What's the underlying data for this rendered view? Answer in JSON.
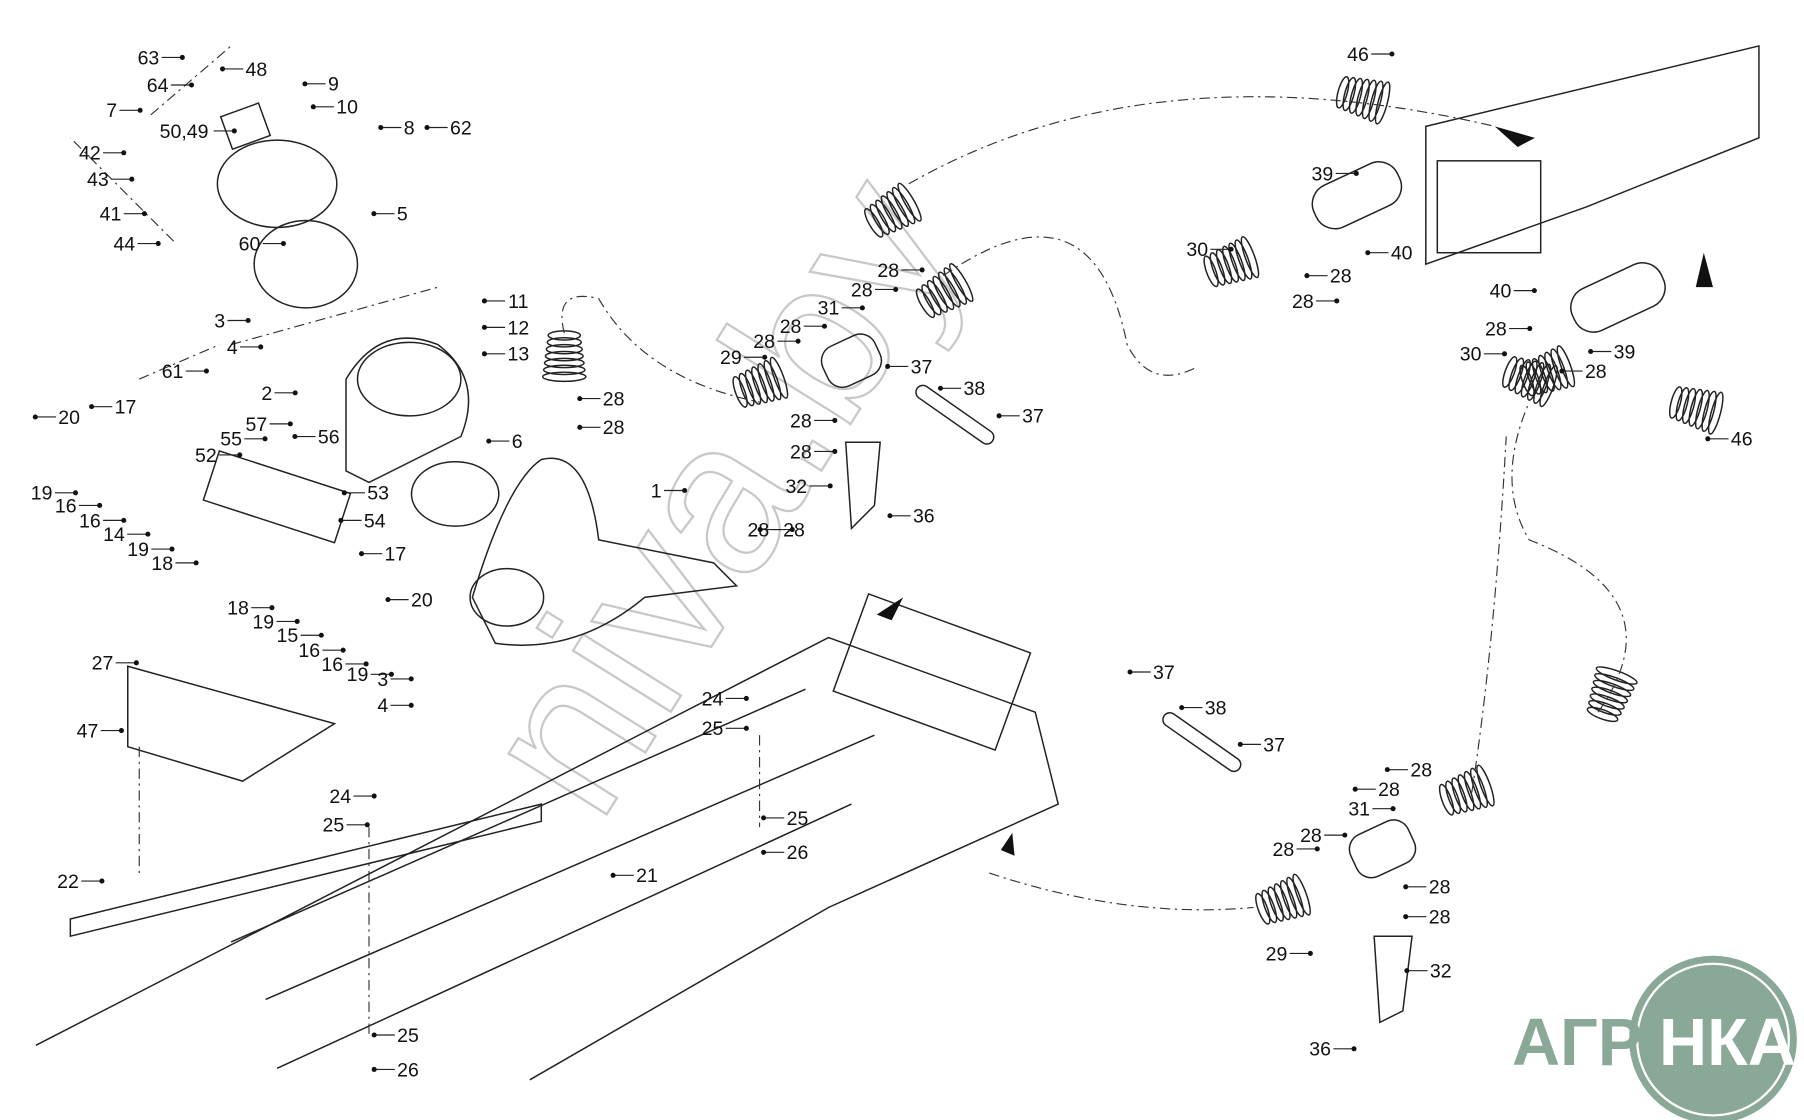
{
  "diagram": {
    "watermark": "niva.by",
    "logo_text": {
      "left": "АГРО",
      "right": "НКА"
    },
    "colors": {
      "logo": "#8aa898",
      "line": "#222222",
      "watermark": "#c8c8c8"
    },
    "callouts": [
      "63",
      "64",
      "48",
      "9",
      "7",
      "10",
      "50,49",
      "8",
      "62",
      "42",
      "43",
      "41",
      "5",
      "44",
      "60",
      "11",
      "3",
      "12",
      "4",
      "13",
      "61",
      "29",
      "28",
      "28",
      "31",
      "28",
      "28",
      "39",
      "46",
      "30",
      "28",
      "28",
      "40",
      "40",
      "28",
      "28",
      "39",
      "30",
      "46",
      "28",
      "28",
      "37",
      "38",
      "37",
      "28",
      "28",
      "32",
      "36",
      "2",
      "20",
      "17",
      "57",
      "56",
      "55",
      "52",
      "53",
      "54",
      "19",
      "16",
      "16",
      "14",
      "19",
      "18",
      "6",
      "1",
      "28",
      "28",
      "17",
      "18",
      "19",
      "15",
      "20",
      "16",
      "16",
      "19",
      "27",
      "3",
      "4",
      "47",
      "24",
      "25",
      "37",
      "38",
      "37",
      "28",
      "28",
      "31",
      "28",
      "28",
      "28",
      "28",
      "29",
      "32",
      "36",
      "24",
      "25",
      "25",
      "26",
      "21",
      "22",
      "25",
      "26"
    ]
  }
}
